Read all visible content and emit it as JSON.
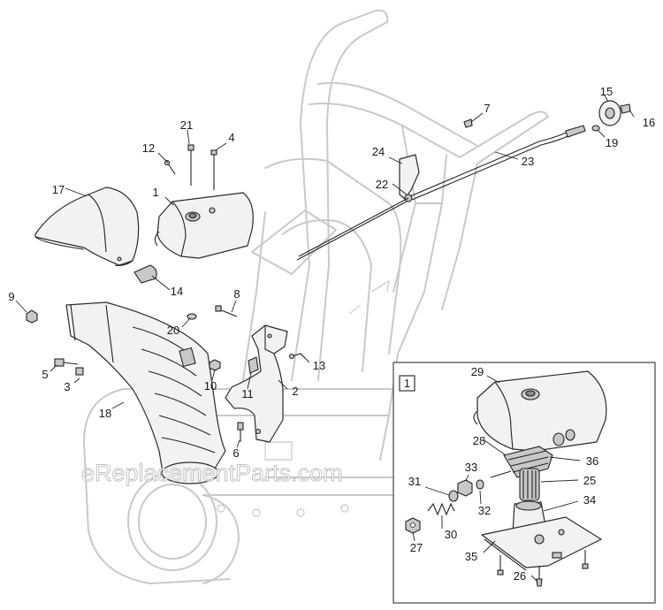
{
  "watermark": "eReplacementParts.com",
  "inset": {
    "tag": "1"
  },
  "callouts": {
    "c1": "1",
    "c2": "2",
    "c3": "3",
    "c4": "4",
    "c5": "5",
    "c6": "6",
    "c7": "7",
    "c8": "8",
    "c9": "9",
    "c10": "10",
    "c11": "11",
    "c12": "12",
    "c13": "13",
    "c14": "14",
    "c15": "15",
    "c16": "16",
    "c17": "17",
    "c18": "18",
    "c19": "19",
    "c20": "20",
    "c21": "21",
    "c22": "22",
    "c23": "23",
    "c24": "24",
    "c25": "25",
    "c26": "26",
    "c27": "27",
    "c28": "28",
    "c29": "29",
    "c30": "30",
    "c31": "31",
    "c32": "32",
    "c33": "33",
    "c34": "34",
    "c35": "35",
    "c36": "36"
  }
}
